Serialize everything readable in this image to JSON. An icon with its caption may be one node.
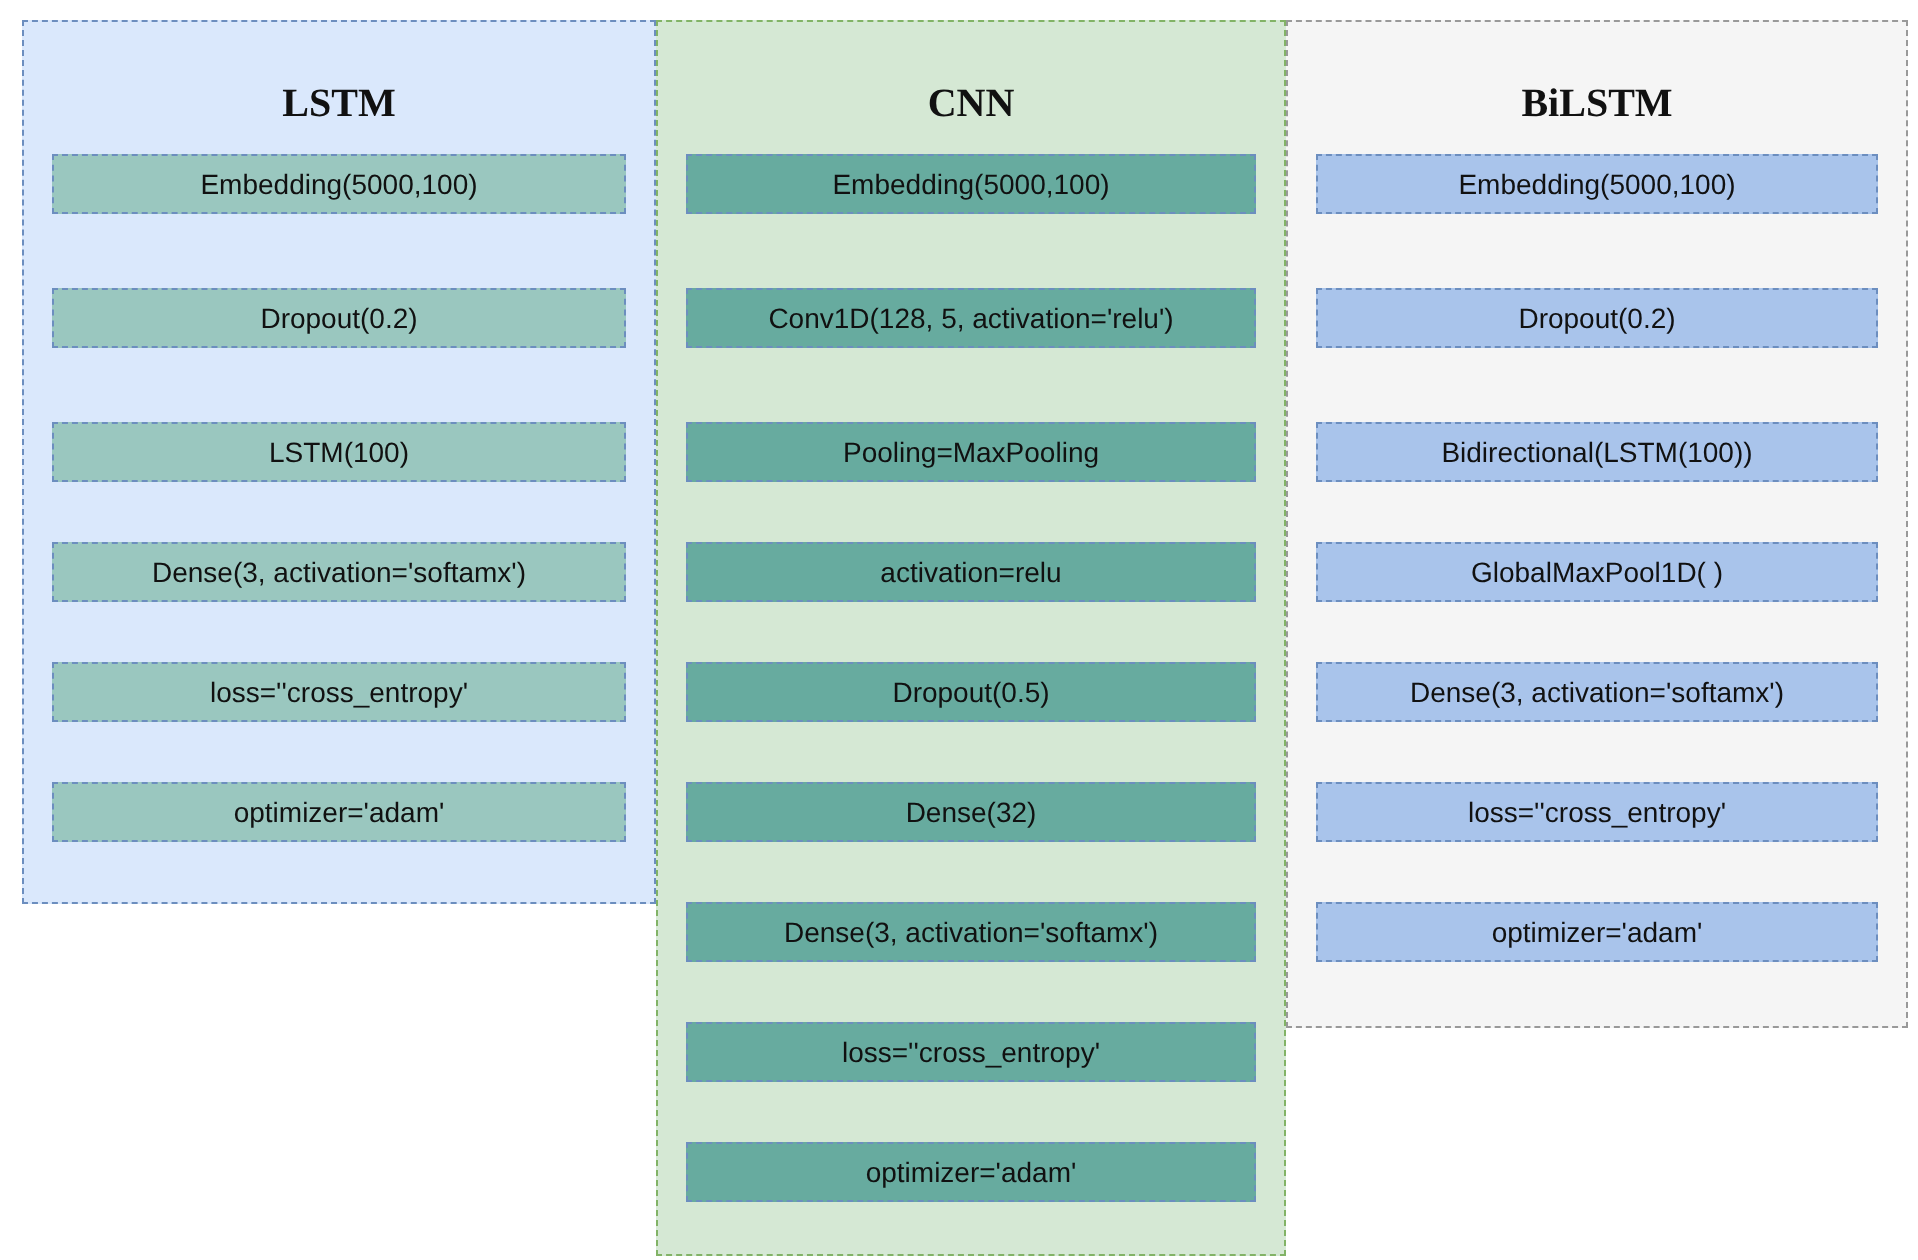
{
  "diagram": {
    "nodes": [
      {
        "text": [
          "LSTM"
        ]
      },
      {
        "text": [
          "Embedding(5000,100)"
        ],
        "in": 0
      },
      {
        "text": [
          "Dropout(0.2)"
        ],
        "in": 0
      },
      {
        "text": [
          "LSTM(100)"
        ],
        "in": 0
      },
      {
        "text": [
          "Dense(3, activation='softamx')"
        ],
        "in": 0
      },
      {
        "text": [
          "loss=''cross_entropy'"
        ],
        "in": 0
      },
      {
        "text": [
          "optimizer='adam'"
        ],
        "in": 0
      },
      {
        "text": [
          "CNN"
        ]
      },
      {
        "text": [
          "Embedding(5000,100)"
        ],
        "in": 7
      },
      {
        "text": [
          "Conv1D(128, 5, activation='relu')"
        ],
        "in": 7
      },
      {
        "text": [
          "Pooling=MaxPooling"
        ],
        "in": 7
      },
      {
        "text": [
          "activation=relu"
        ],
        "in": 7
      },
      {
        "text": [
          "Dropout(0.5)"
        ],
        "in": 7
      },
      {
        "text": [
          "Dense(32)"
        ],
        "in": 7
      },
      {
        "text": [
          "Dense(3, activation='softamx')"
        ],
        "in": 7
      },
      {
        "text": [
          "loss=''cross_entropy'"
        ],
        "in": 7
      },
      {
        "text": [
          "optimizer='adam'"
        ],
        "in": 7
      },
      {
        "text": [
          "BiLSTM"
        ]
      },
      {
        "text": [
          "Embedding(5000,100)"
        ],
        "in": 17
      },
      {
        "text": [
          "Dropout(0.2)"
        ],
        "in": 17
      },
      {
        "text": [
          "Bidirectional(LSTM(100))"
        ],
        "in": 17
      },
      {
        "text": [
          "GlobalMaxPool1D( )"
        ],
        "in": 17
      },
      {
        "text": [
          "Dense(3, activation='softamx')"
        ],
        "in": 17
      },
      {
        "text": [
          "loss=''cross_entropy'"
        ],
        "in": 17
      },
      {
        "text": [
          "optimizer='adam'"
        ],
        "in": 17
      }
    ]
  }
}
